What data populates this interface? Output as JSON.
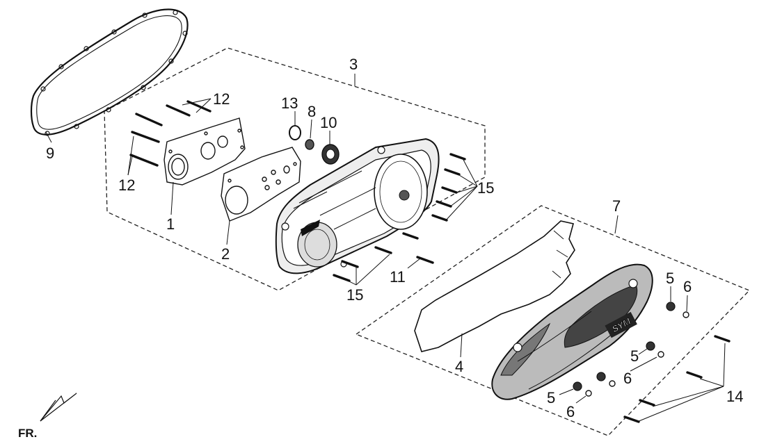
{
  "callouts": {
    "c1": "1",
    "c2": "2",
    "c3": "3",
    "c4": "4",
    "c5a": "5",
    "c5b": "5",
    "c5c": "5",
    "c6a": "6",
    "c6b": "6",
    "c6c": "6",
    "c7": "7",
    "c8": "8",
    "c9": "9",
    "c10": "10",
    "c11": "11",
    "c12a": "12",
    "c12b": "12",
    "c13": "13",
    "c14": "14",
    "c15a": "15",
    "c15b": "15"
  },
  "orientation": {
    "label": "FR."
  },
  "logo_text": "SYM"
}
